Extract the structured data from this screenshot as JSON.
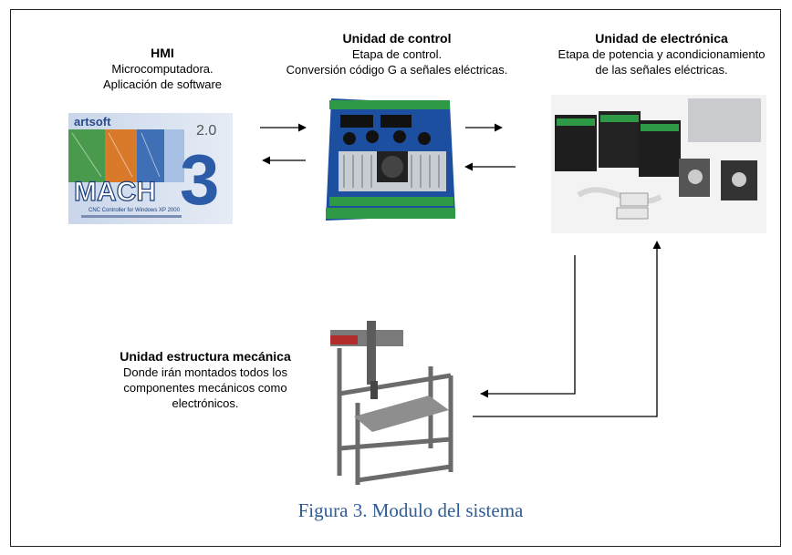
{
  "hmi": {
    "title": "HMI",
    "line1": "Microcomputadora.",
    "line2": "Aplicación de software",
    "logo_brand": "artsoft",
    "logo_version": "2.0",
    "logo_text": "MACH",
    "logo_number": "3",
    "logo_sub": "CNC Controller for Windows XP 2000"
  },
  "control": {
    "title": "Unidad de control",
    "line1": "Etapa de control.",
    "line2": "Conversión código G a señales eléctricas."
  },
  "electronics": {
    "title": "Unidad de electrónica",
    "line1": "Etapa de potencia y acondicionamiento",
    "line2": "de las señales eléctricas."
  },
  "structure": {
    "title": "Unidad estructura mecánica",
    "line1": "Donde irán montados todos los",
    "line2": "componentes mecánicos como",
    "line3": "electrónicos."
  },
  "caption": "Figura 3. Modulo del sistema",
  "colors": {
    "caption": "#2e5c96",
    "frame": "#222222",
    "board": "#1c4fa0",
    "connector_green": "#2f9a45"
  }
}
